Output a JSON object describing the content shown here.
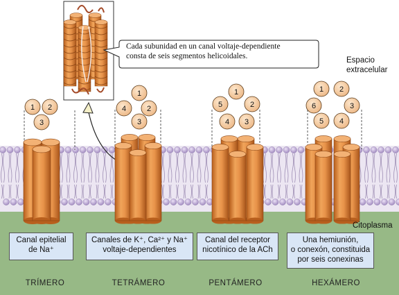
{
  "callout": {
    "line1": "Cada subunidad en un canal voltaje-dependiente",
    "line2": "consta de seis segmentos helicoidales."
  },
  "regions": {
    "extracellular_1": "Espacio",
    "extracellular_2": "extracelular",
    "cytoplasm": "Citoplasma"
  },
  "channels": [
    {
      "subunits": [
        "1",
        "2",
        "3"
      ],
      "box_lines": [
        "Canal epitelial",
        "de Na⁺"
      ],
      "type": "TRÍMERO"
    },
    {
      "subunits": [
        "1",
        "2",
        "3",
        "4"
      ],
      "box_lines": [
        "Canales de K⁺, Ca²⁺ y Na⁺",
        "voltaje-dependientes"
      ],
      "type": "TETRÁMERO"
    },
    {
      "subunits": [
        "1",
        "2",
        "3",
        "4",
        "5"
      ],
      "box_lines": [
        "Canal del receptor",
        "nicotínico de la ACh"
      ],
      "type": "PENTÁMERO"
    },
    {
      "subunits": [
        "1",
        "2",
        "3",
        "4",
        "5",
        "6"
      ],
      "box_lines": [
        "Una hemiunión,",
        "o conexón, constituida",
        "por seis conexinas"
      ],
      "type": "HEXÁMERO"
    }
  ],
  "colors": {
    "cylinder": "#e89a4c",
    "cylinder_dark": "#b85f1d",
    "lipid_head": "#b9a5d2",
    "cytoplasm": "#97b986",
    "label_box": "#d9e6f6",
    "helix": "#a44a28"
  }
}
